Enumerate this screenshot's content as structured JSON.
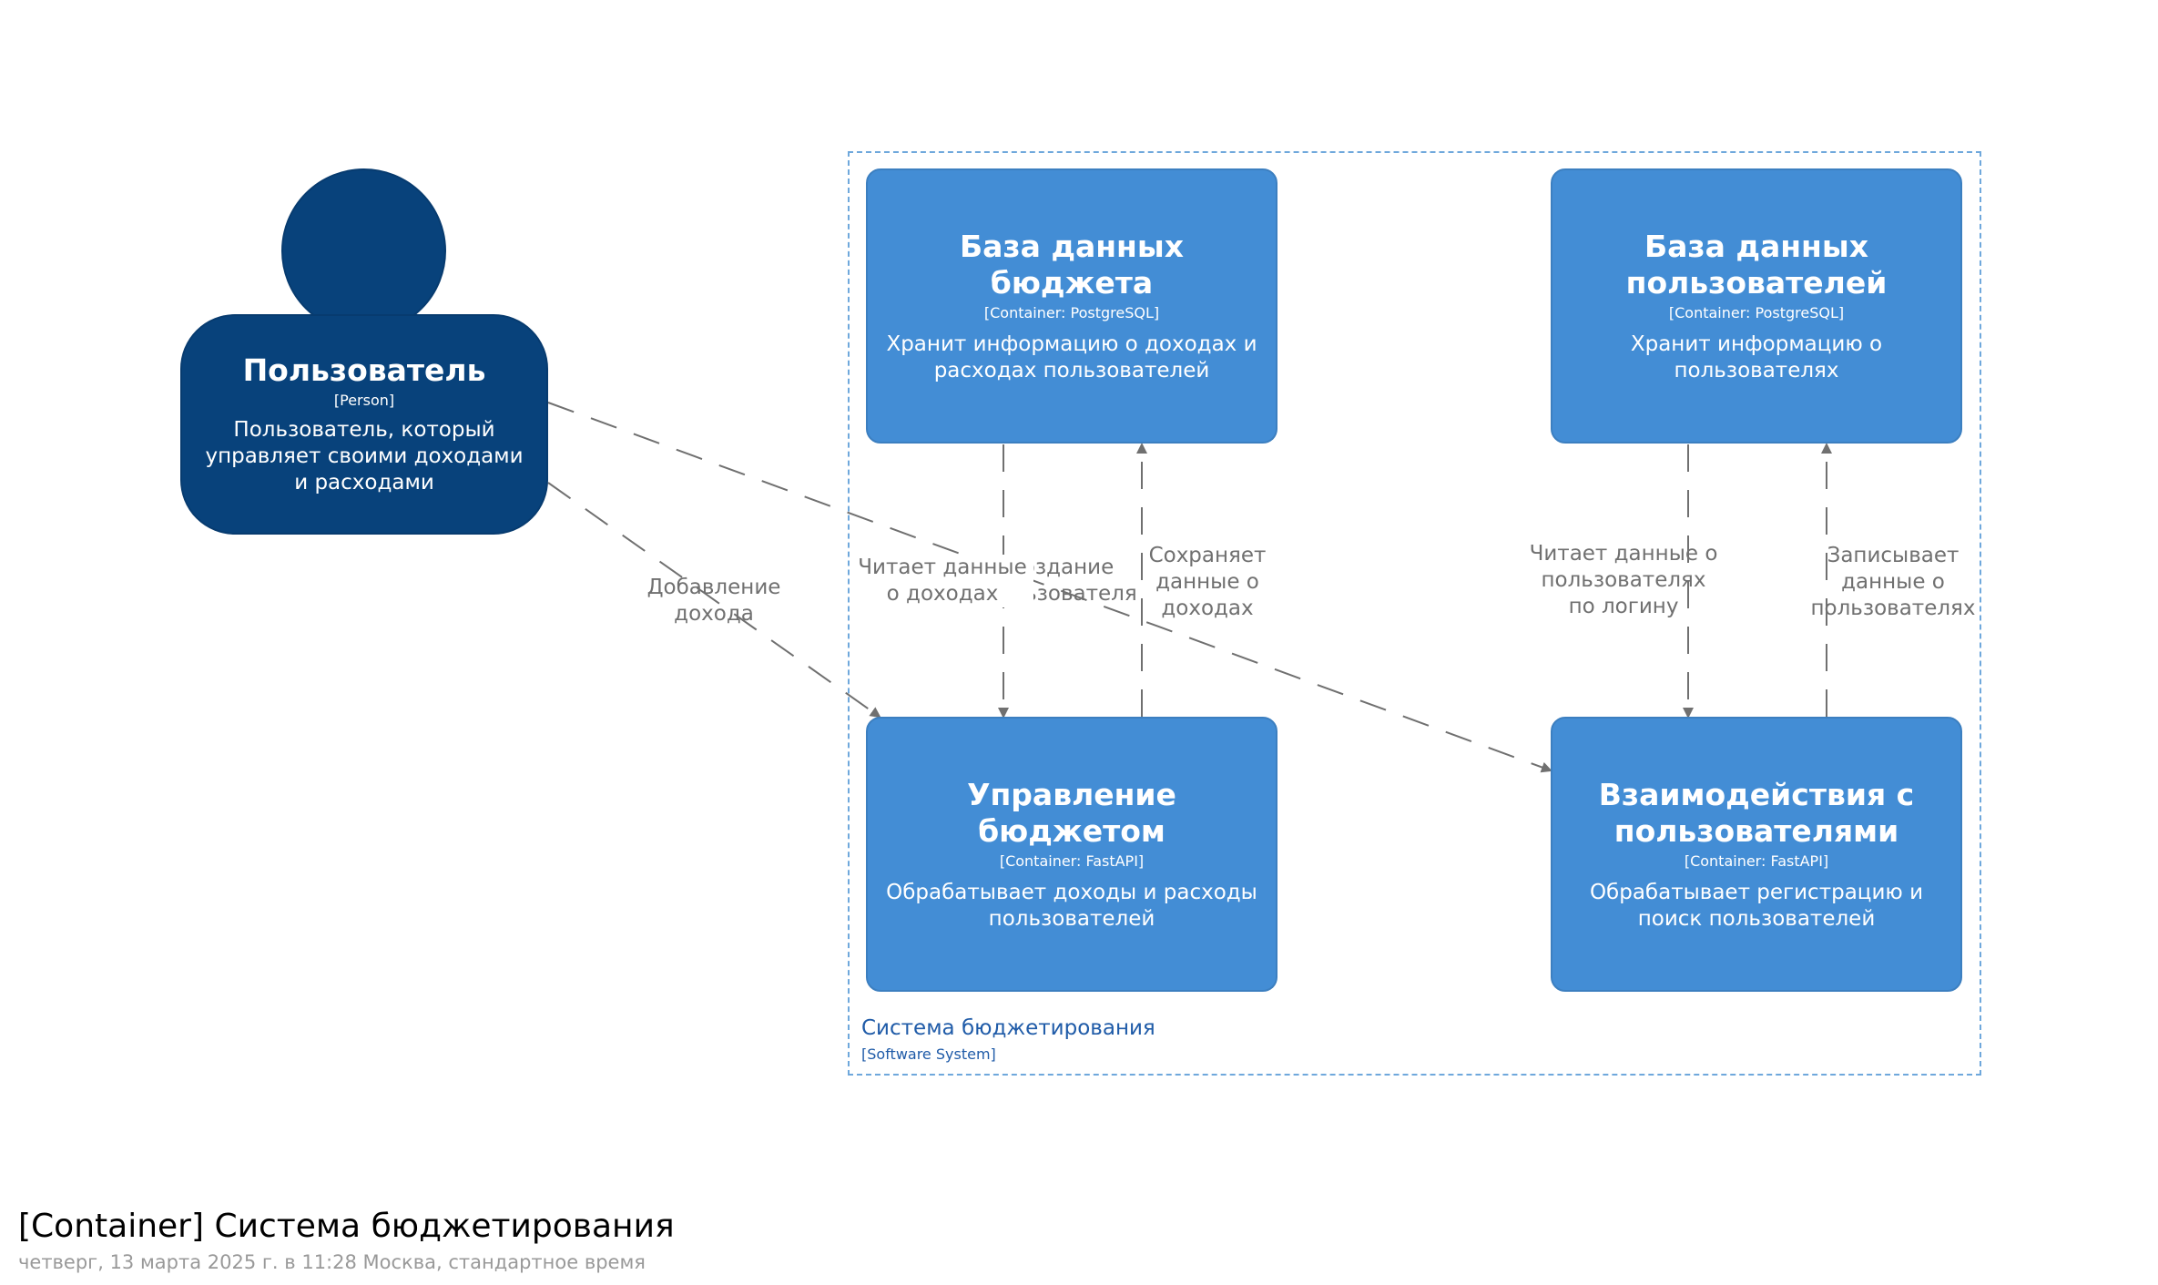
{
  "diagram": {
    "title": "[Container] Система бюджетирования",
    "subtitle": "четверг, 13 марта 2025 г. в 11:28 Москва, стандартное время"
  },
  "colors": {
    "container_fill": "#438dd5",
    "person_fill": "#08427b",
    "boundary_stroke": "#6fa8dc",
    "relationship": "#707070"
  },
  "boundary": {
    "name": "Система бюджетирования",
    "type": "[Software System]"
  },
  "person": {
    "name": "Пользователь",
    "type": "[Person]",
    "description": "Пользователь, который управляет своими доходами и расходами"
  },
  "containers": {
    "budget_db": {
      "name": "База данных бюджета",
      "tech": "[Container: PostgreSQL]",
      "description": "Хранит информацию о доходах и расходах пользователей"
    },
    "users_db": {
      "name": "База данных пользователей",
      "tech": "[Container: PostgreSQL]",
      "description": "Хранит информацию о пользователях"
    },
    "budget_service": {
      "name": "Управление бюджетом",
      "tech": "[Container: FastAPI]",
      "description": "Обрабатывает доходы и расходы пользователей"
    },
    "users_service": {
      "name": "Взаимодействия с пользователями",
      "tech": "[Container: FastAPI]",
      "description": "Обрабатывает регистрацию и поиск пользователей"
    }
  },
  "relationships": [
    {
      "from": "Пользователь",
      "to": "Управление бюджетом",
      "label": "Добавление дохода"
    },
    {
      "from": "Пользователь",
      "to": "Взаимодействия с пользователями",
      "label": "Создание пользователя"
    },
    {
      "from": "База данных бюджета",
      "to": "Управление бюджетом",
      "label": "Читает данные о доходах"
    },
    {
      "from": "Управление бюджетом",
      "to": "База данных бюджета",
      "label": "Сохраняет данные о доходах"
    },
    {
      "from": "База данных пользователей",
      "to": "Взаимодействия с пользователями",
      "label": "Читает данные о пользователях по логину"
    },
    {
      "from": "Взаимодействия с пользователями",
      "to": "База данных пользователей",
      "label": "Записывает данные о пользователях"
    }
  ]
}
